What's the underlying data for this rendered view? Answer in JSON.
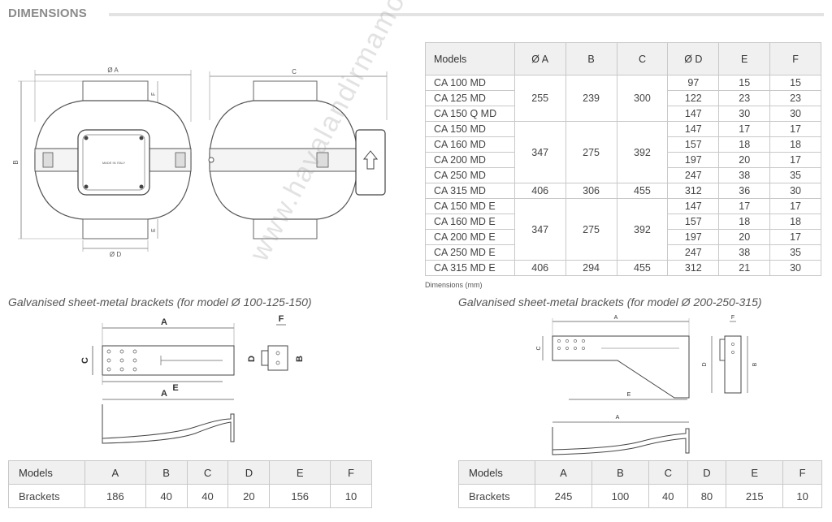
{
  "header": {
    "title": "DIMENSIONS"
  },
  "fan_drawing_labels": {
    "phiA": "Ø A",
    "B": "B",
    "C": "C",
    "F": "F",
    "E": "E",
    "phiD": "Ø D",
    "nameplate": "MADE IN ITALY"
  },
  "dimensions_table": {
    "headers": [
      "Models",
      "Ø A",
      "B",
      "C",
      "Ø D",
      "E",
      "F"
    ],
    "groups": [
      {
        "A": "255",
        "B": "239",
        "C": "300",
        "rows": [
          {
            "model": "CA 100 MD",
            "D": "97",
            "E": "15",
            "F": "15"
          },
          {
            "model": "CA 125 MD",
            "D": "122",
            "E": "23",
            "F": "23"
          },
          {
            "model": "CA 150 Q MD",
            "D": "147",
            "E": "30",
            "F": "30"
          }
        ]
      },
      {
        "A": "347",
        "B": "275",
        "C": "392",
        "rows": [
          {
            "model": "CA 150 MD",
            "D": "147",
            "E": "17",
            "F": "17"
          },
          {
            "model": "CA 160 MD",
            "D": "157",
            "E": "18",
            "F": "18"
          },
          {
            "model": "CA 200 MD",
            "D": "197",
            "E": "20",
            "F": "17"
          },
          {
            "model": "CA 250 MD",
            "D": "247",
            "E": "38",
            "F": "35"
          }
        ]
      },
      {
        "A": "406",
        "B": "306",
        "C": "455",
        "rows": [
          {
            "model": "CA 315 MD",
            "D": "312",
            "E": "36",
            "F": "30"
          }
        ]
      },
      {
        "A": "347",
        "B": "275",
        "C": "392",
        "rows": [
          {
            "model": "CA 150 MD E",
            "D": "147",
            "E": "17",
            "F": "17"
          },
          {
            "model": "CA 160 MD E",
            "D": "157",
            "E": "18",
            "F": "18"
          },
          {
            "model": "CA 200 MD E",
            "D": "197",
            "E": "20",
            "F": "17"
          },
          {
            "model": "CA 250 MD E",
            "D": "247",
            "E": "38",
            "F": "35"
          }
        ]
      },
      {
        "A": "406",
        "B": "294",
        "C": "455",
        "rows": [
          {
            "model": "CA 315 MD E",
            "D": "312",
            "E": "21",
            "F": "30"
          }
        ]
      }
    ],
    "caption": "Dimensions (mm)"
  },
  "left_bracket": {
    "subtitle": "Galvanised sheet-metal brackets (for model Ø 100-125-150)",
    "labels": {
      "A": "A",
      "C": "C",
      "E": "E",
      "A2": "A",
      "F": "F",
      "D": "D",
      "B": "B"
    },
    "table": {
      "headers": [
        "Models",
        "A",
        "B",
        "C",
        "D",
        "E",
        "F"
      ],
      "row": [
        "Brackets",
        "186",
        "40",
        "40",
        "20",
        "156",
        "10"
      ]
    }
  },
  "right_bracket": {
    "subtitle": "Galvanised sheet-metal brackets (for model Ø 200-250-315)",
    "labels": {
      "A": "A",
      "C": "C",
      "E": "E",
      "A2": "A",
      "F": "F",
      "D": "D",
      "B": "B"
    },
    "table": {
      "headers": [
        "Models",
        "A",
        "B",
        "C",
        "D",
        "E",
        "F"
      ],
      "row": [
        "Brackets",
        "245",
        "100",
        "40",
        "80",
        "215",
        "10"
      ]
    }
  },
  "watermark": "www.havalandirmamotoru.com"
}
